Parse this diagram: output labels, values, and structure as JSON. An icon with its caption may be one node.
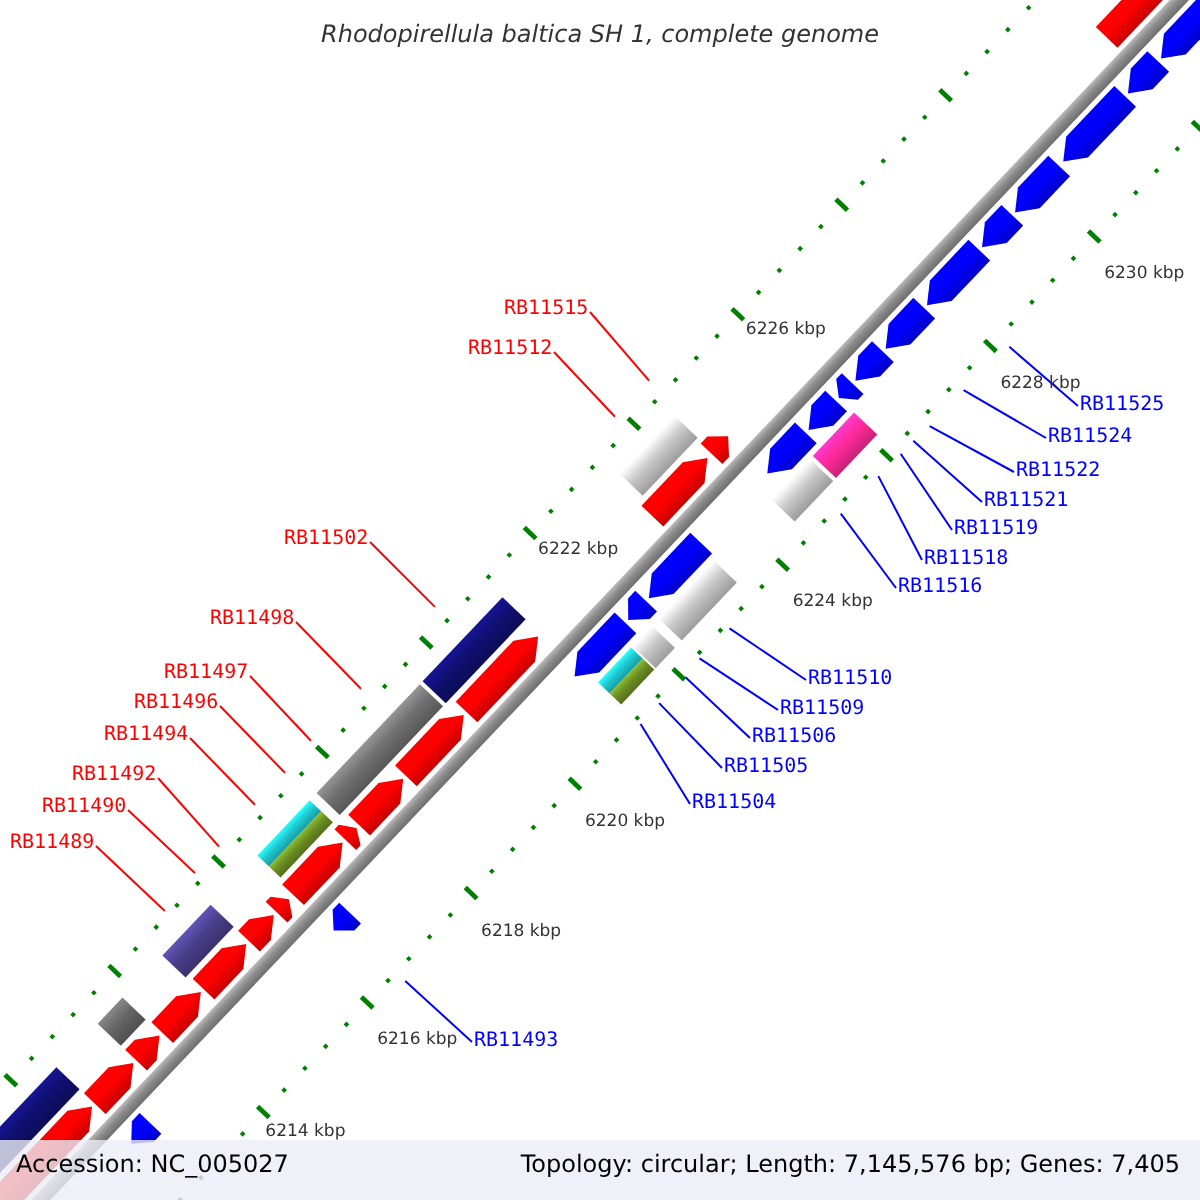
{
  "diagram": {
    "title": "Rhodopirellula baltica SH 1, complete genome",
    "nodes": [
      {
        "text": [
          "RB11515"
        ]
      },
      {
        "text": [
          "RB11512"
        ]
      },
      {
        "text": [
          "RB11525"
        ]
      },
      {
        "text": [
          "RB11524"
        ]
      },
      {
        "text": [
          "RB11522"
        ]
      },
      {
        "text": [
          "RB11521"
        ]
      },
      {
        "text": [
          "RB11519"
        ]
      },
      {
        "text": [
          "RB11502"
        ]
      },
      {
        "text": [
          "RB11518"
        ]
      },
      {
        "text": [
          "RB11516"
        ]
      },
      {
        "text": [
          "RB11498"
        ]
      },
      {
        "text": [
          "RB11497"
        ]
      },
      {
        "text": [
          "RB11510"
        ]
      },
      {
        "text": [
          "RB11496"
        ]
      },
      {
        "text": [
          "RB11509"
        ]
      },
      {
        "text": [
          "RB11494"
        ]
      },
      {
        "text": [
          "RB11506"
        ]
      },
      {
        "text": [
          "RB11505"
        ]
      },
      {
        "text": [
          "RB11492"
        ]
      },
      {
        "text": [
          "RB11504"
        ]
      },
      {
        "text": [
          "RB11490"
        ]
      },
      {
        "text": [
          "RB11489"
        ]
      },
      {
        "text": [
          "RB11493"
        ]
      }
    ],
    "edges": [
      {
        "from": 0,
        "to": null,
        "arrow": "none",
        "color": "#ff0000"
      },
      {
        "from": 1,
        "to": null,
        "arrow": "none",
        "color": "#ff0000"
      },
      {
        "from": 2,
        "to": null,
        "arrow": "none"
      },
      {
        "from": 3,
        "to": null,
        "arrow": "none"
      },
      {
        "from": 4,
        "to": null,
        "arrow": "none"
      },
      {
        "from": 5,
        "to": null,
        "arrow": "none"
      },
      {
        "from": 6,
        "to": null,
        "arrow": "none"
      },
      {
        "from": 7,
        "to": null,
        "arrow": "none",
        "color": "#ff0000"
      },
      {
        "from": 8,
        "to": null,
        "arrow": "none"
      },
      {
        "from": 9,
        "to": null,
        "arrow": "none"
      },
      {
        "from": 10,
        "to": null,
        "arrow": "none",
        "color": "#ff0000"
      },
      {
        "from": 11,
        "to": null,
        "arrow": "none",
        "color": "#ff0000"
      },
      {
        "from": 12,
        "to": null,
        "arrow": "none"
      },
      {
        "from": 13,
        "to": null,
        "arrow": "none",
        "color": "#ff0000"
      },
      {
        "from": 14,
        "to": null,
        "arrow": "none"
      },
      {
        "from": 15,
        "to": null,
        "arrow": "none",
        "color": "#ff0000"
      },
      {
        "from": 16,
        "to": null,
        "arrow": "none"
      },
      {
        "from": 17,
        "to": null,
        "arrow": "none"
      },
      {
        "from": 18,
        "to": null,
        "arrow": "none",
        "color": "#ff0000"
      },
      {
        "from": 19,
        "to": null,
        "arrow": "none"
      },
      {
        "from": 20,
        "to": null,
        "arrow": "none",
        "color": "#ff0000"
      },
      {
        "from": 21,
        "to": null,
        "arrow": "none",
        "color": "#ff0000"
      },
      {
        "from": 22,
        "to": null,
        "arrow": "none"
      }
    ],
    "labels": [
      "6230 kbp",
      "6228 kbp",
      "6226 kbp",
      "6224 kbp",
      "6222 kbp",
      "6220 kbp",
      "6218 kbp",
      "6216 kbp",
      "6214 kbp",
      "Accession: NC_005027",
      "Topology: circular; Length: 7,145,576 bp; Genes: 7,405"
    ]
  }
}
